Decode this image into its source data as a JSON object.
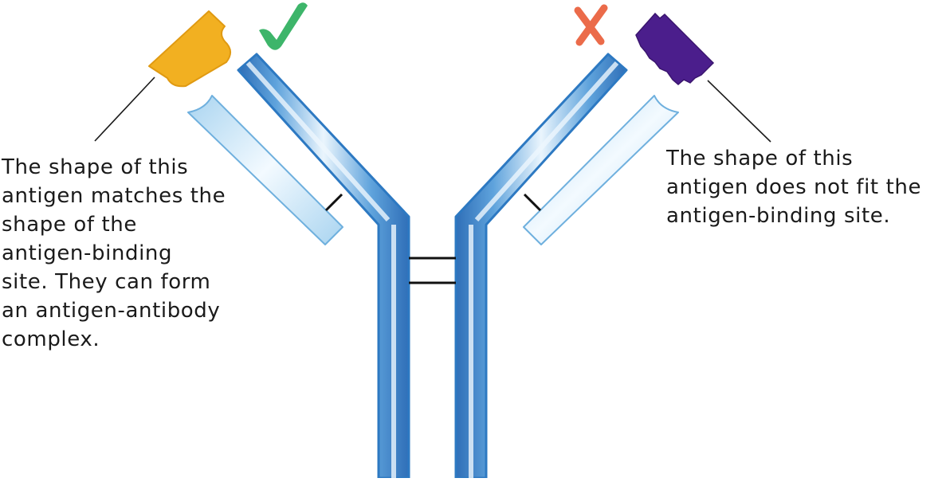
{
  "captions": {
    "matching": [
      "The shape of this",
      "antigen matches the",
      "shape of the",
      "antigen-binding",
      "site. They can form",
      "an antigen-antibody",
      "complex."
    ],
    "non_matching": [
      "The shape of this",
      "antigen does not fit the",
      "antigen-binding site."
    ]
  },
  "icons": {
    "match_mark": "check-mark-icon",
    "mismatch_mark": "cross-mark-icon"
  },
  "colors": {
    "matching_antigen": "#F2B021",
    "non_matching_antigen": "#4B1E8C",
    "check_mark": "#3DB56A",
    "cross_mark": "#EB6B4A",
    "heavy_chain": "#2E7BC4",
    "light_chain": "#9CCBEA",
    "bonds": "#111111"
  }
}
